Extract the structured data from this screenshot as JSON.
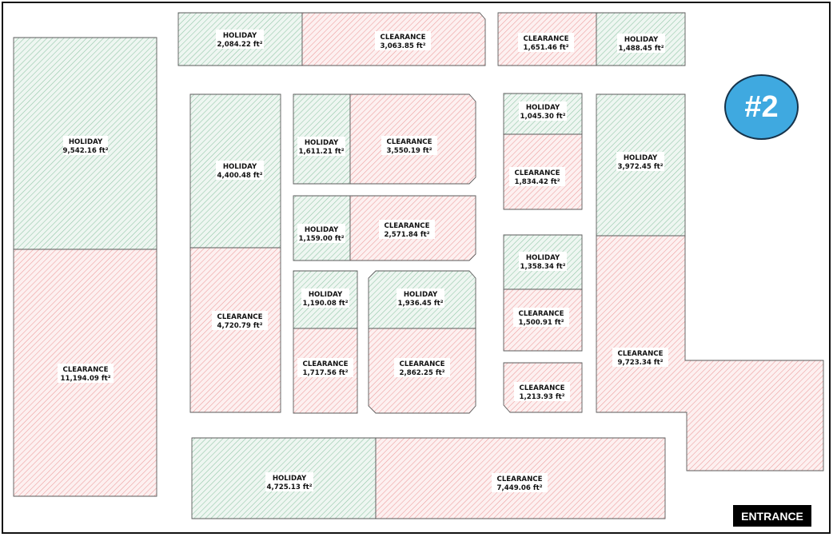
{
  "colors": {
    "holiday": "#8fc4a5",
    "clearance": "#ec9c9c",
    "badge": "#3fa9e0",
    "entrance_bg": "#000000"
  },
  "badge": {
    "label": "#2"
  },
  "entrance": {
    "label": "ENTRANCE"
  },
  "zones": [
    {
      "type": "holiday",
      "name": "HOLIDAY",
      "area": "9,542.16 ft²"
    },
    {
      "type": "clearance",
      "name": "CLEARANCE",
      "area": "11,194.09 ft²"
    },
    {
      "type": "holiday",
      "name": "HOLIDAY",
      "area": "2,084.22 ft²"
    },
    {
      "type": "clearance",
      "name": "CLEARANCE",
      "area": "3,063.85 ft²"
    },
    {
      "type": "clearance",
      "name": "CLEARANCE",
      "area": "1,651.46 ft²"
    },
    {
      "type": "holiday",
      "name": "HOLIDAY",
      "area": "1,488.45 ft²"
    },
    {
      "type": "holiday",
      "name": "HOLIDAY",
      "area": "4,400.48 ft²"
    },
    {
      "type": "clearance",
      "name": "CLEARANCE",
      "area": "4,720.79 ft²"
    },
    {
      "type": "holiday",
      "name": "HOLIDAY",
      "area": "1,611.21 ft²"
    },
    {
      "type": "clearance",
      "name": "CLEARANCE",
      "area": "3,550.19 ft²"
    },
    {
      "type": "holiday",
      "name": "HOLIDAY",
      "area": "1,159.00 ft²"
    },
    {
      "type": "clearance",
      "name": "CLEARANCE",
      "area": "2,571.84 ft²"
    },
    {
      "type": "holiday",
      "name": "HOLIDAY",
      "area": "1,190.08 ft²"
    },
    {
      "type": "clearance",
      "name": "CLEARANCE",
      "area": "1,717.56 ft²"
    },
    {
      "type": "holiday",
      "name": "HOLIDAY",
      "area": "1,936.45 ft²"
    },
    {
      "type": "clearance",
      "name": "CLEARANCE",
      "area": "2,862.25 ft²"
    },
    {
      "type": "holiday",
      "name": "HOLIDAY",
      "area": "1,045.30 ft²"
    },
    {
      "type": "clearance",
      "name": "CLEARANCE",
      "area": "1,834.42 ft²"
    },
    {
      "type": "holiday",
      "name": "HOLIDAY",
      "area": "1,358.34 ft²"
    },
    {
      "type": "clearance",
      "name": "CLEARANCE",
      "area": "1,500.91 ft²"
    },
    {
      "type": "clearance",
      "name": "CLEARANCE",
      "area": "1,213.93 ft²"
    },
    {
      "type": "holiday",
      "name": "HOLIDAY",
      "area": "3,972.45 ft²"
    },
    {
      "type": "clearance",
      "name": "CLEARANCE",
      "area": "9,723.34 ft²"
    },
    {
      "type": "holiday",
      "name": "HOLIDAY",
      "area": "4,725.13 ft²"
    },
    {
      "type": "clearance",
      "name": "CLEARANCE",
      "area": "7,449.06 ft²"
    }
  ]
}
